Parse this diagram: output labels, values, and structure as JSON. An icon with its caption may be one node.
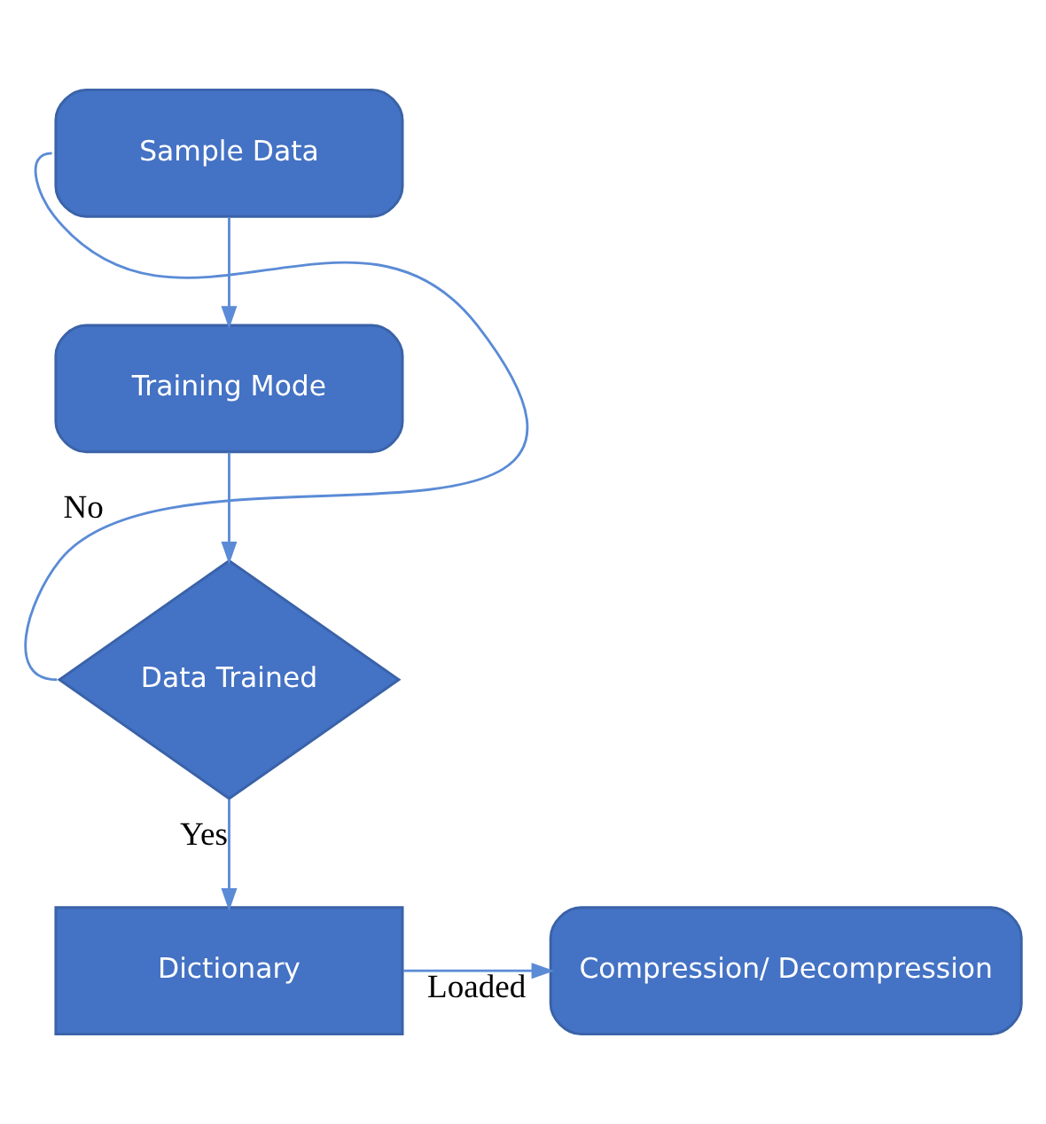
{
  "diagram": {
    "nodes": [
      {
        "text": [
          "Sample Data"
        ]
      },
      {
        "text": [
          "Training Mode"
        ]
      },
      {
        "text": [
          "Data Trained"
        ]
      },
      {
        "text": [
          "Dictionary"
        ]
      },
      {
        "text": [
          "Compression/ Decompression"
        ]
      }
    ],
    "edges": [
      {
        "from": 0,
        "to": 1,
        "arrow": "to"
      },
      {
        "from": 1,
        "to": 2,
        "arrow": "to"
      },
      {
        "from": 2,
        "to": 0,
        "arrow": "none",
        "label": "No"
      },
      {
        "from": 2,
        "to": 3,
        "arrow": "to",
        "label": "Yes"
      },
      {
        "from": 3,
        "to": 4,
        "arrow": "to",
        "label": "Loaded"
      }
    ]
  }
}
